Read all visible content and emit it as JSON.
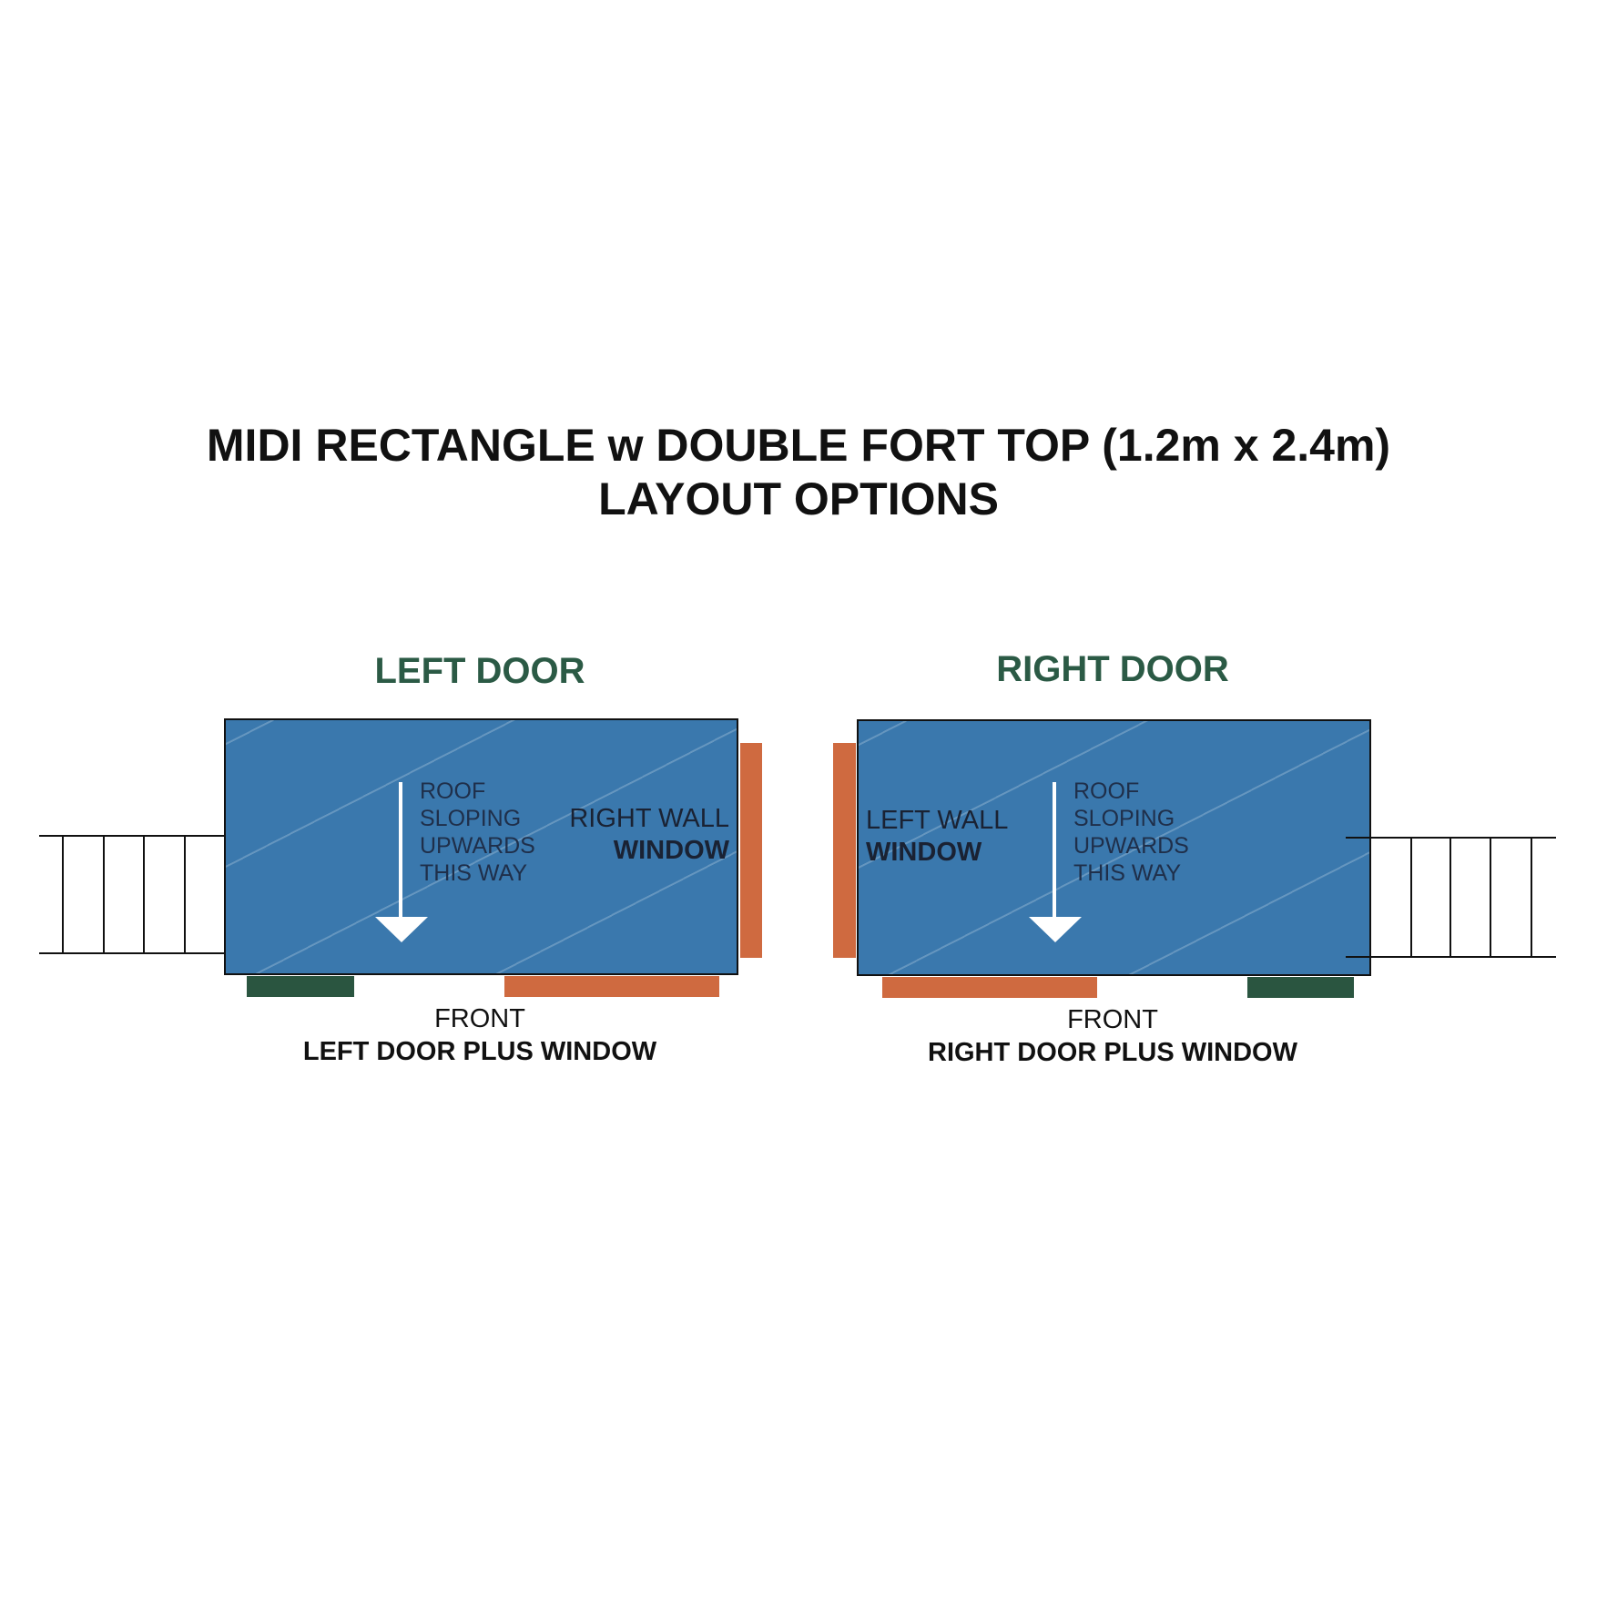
{
  "title": {
    "line1": "MIDI RECTANGLE w DOUBLE FORT TOP (1.2m x 2.4m)",
    "line2": "LAYOUT OPTIONS"
  },
  "left_option": {
    "heading": "LEFT DOOR",
    "roof_note": [
      "ROOF",
      "SLOPING",
      "UPWARDS",
      "THIS WAY"
    ],
    "wall_label": "RIGHT WALL",
    "wall_label_bold": "WINDOW",
    "front_label": "FRONT",
    "caption": "LEFT DOOR PLUS WINDOW"
  },
  "right_option": {
    "heading": "RIGHT DOOR",
    "roof_note": [
      "ROOF",
      "SLOPING",
      "UPWARDS",
      "THIS WAY"
    ],
    "wall_label": "LEFT WALL",
    "wall_label_bold": "WINDOW",
    "front_label": "FRONT",
    "caption": "RIGHT DOOR PLUS WINDOW"
  },
  "colors": {
    "roof": "#3a78ad",
    "window": "#cf6a40",
    "door": "#2a5540",
    "heading": "#2b5a45"
  }
}
